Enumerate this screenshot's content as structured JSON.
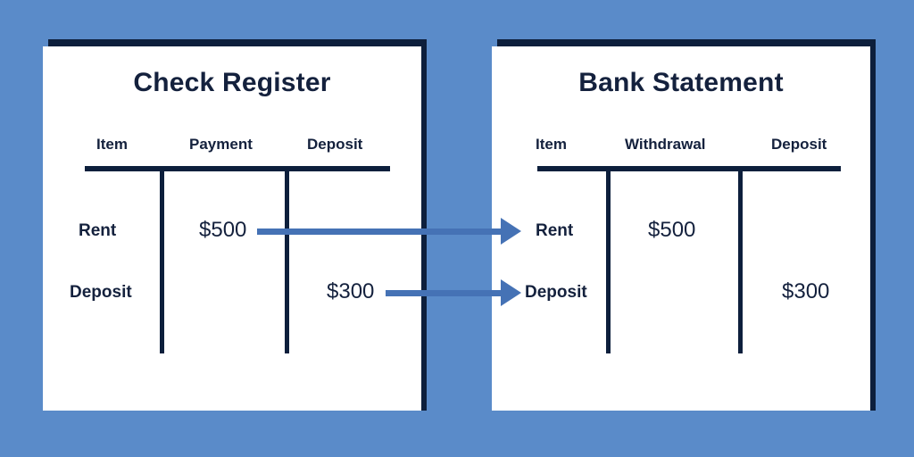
{
  "colors": {
    "background": "#5a8bc9",
    "card_background": "#ffffff",
    "ink": "#14213d",
    "rule": "#0d1f3c",
    "arrow": "#4572b5"
  },
  "panels": [
    {
      "id": "check-register",
      "title": "Check Register",
      "columns": [
        "Item",
        "Payment",
        "Deposit"
      ],
      "rows": [
        {
          "item": "Rent",
          "payment": "$500",
          "deposit": ""
        },
        {
          "item": "Deposit",
          "payment": "",
          "deposit": "$300"
        }
      ]
    },
    {
      "id": "bank-statement",
      "title": "Bank Statement",
      "columns": [
        "Item",
        "Withdrawal",
        "Deposit"
      ],
      "rows": [
        {
          "item": "Rent",
          "withdrawal": "$500",
          "deposit": ""
        },
        {
          "item": "Deposit",
          "withdrawal": "",
          "deposit": "$300"
        }
      ]
    }
  ],
  "connectors": [
    {
      "name": "rent-match-arrow",
      "from": "$500",
      "to": "Rent"
    },
    {
      "name": "deposit-match-arrow",
      "from": "$300",
      "to": "Deposit"
    }
  ]
}
